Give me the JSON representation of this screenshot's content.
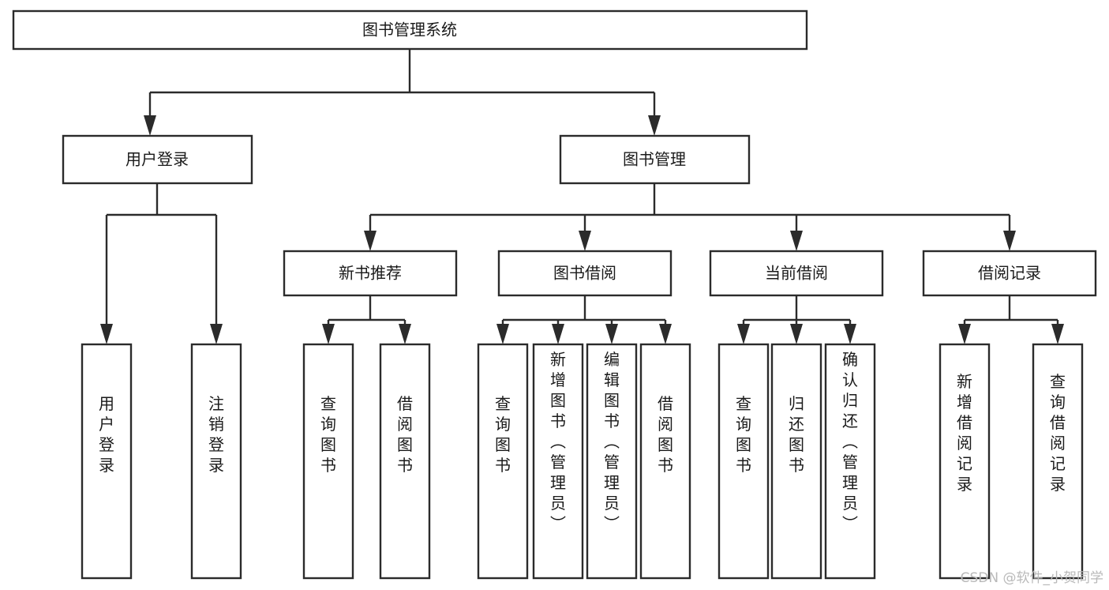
{
  "diagram": {
    "title": "图书管理系统",
    "type": "tree",
    "orientation": "top-down",
    "root": {
      "id": "root",
      "label": "图书管理系统",
      "text_orientation": "horizontal"
    },
    "level2": [
      {
        "id": "user-login",
        "label": "用户登录",
        "text_orientation": "horizontal"
      },
      {
        "id": "book-manage",
        "label": "图书管理",
        "text_orientation": "horizontal"
      }
    ],
    "level3": [
      {
        "id": "new-book-recommend",
        "label": "新书推荐",
        "parent": "book-manage",
        "text_orientation": "horizontal"
      },
      {
        "id": "book-borrow",
        "label": "图书借阅",
        "parent": "book-manage",
        "text_orientation": "horizontal"
      },
      {
        "id": "current-borrow",
        "label": "当前借阅",
        "parent": "book-manage",
        "text_orientation": "horizontal"
      },
      {
        "id": "borrow-record",
        "label": "借阅记录",
        "parent": "book-manage",
        "text_orientation": "horizontal"
      }
    ],
    "leaves": [
      {
        "id": "leaf-user-login",
        "label": "用户登录",
        "parent": "user-login",
        "text_orientation": "vertical"
      },
      {
        "id": "leaf-user-logout",
        "label": "注销登录",
        "parent": "user-login",
        "text_orientation": "vertical"
      },
      {
        "id": "leaf-query-book-1",
        "label": "查询图书",
        "parent": "new-book-recommend",
        "text_orientation": "vertical"
      },
      {
        "id": "leaf-borrow-book-1",
        "label": "借阅图书",
        "parent": "new-book-recommend",
        "text_orientation": "vertical"
      },
      {
        "id": "leaf-query-book-2",
        "label": "查询图书",
        "parent": "book-borrow",
        "text_orientation": "vertical"
      },
      {
        "id": "leaf-add-book",
        "label": "新增图书（管理员）",
        "parent": "book-borrow",
        "text_orientation": "vertical"
      },
      {
        "id": "leaf-edit-book",
        "label": "编辑图书（管理员）",
        "parent": "book-borrow",
        "text_orientation": "vertical"
      },
      {
        "id": "leaf-borrow-book-2",
        "label": "借阅图书",
        "parent": "book-borrow",
        "text_orientation": "vertical"
      },
      {
        "id": "leaf-query-book-3",
        "label": "查询图书",
        "parent": "current-borrow",
        "text_orientation": "vertical"
      },
      {
        "id": "leaf-return-book",
        "label": "归还图书",
        "parent": "current-borrow",
        "text_orientation": "vertical"
      },
      {
        "id": "leaf-confirm-return",
        "label": "确认归还（管理员）",
        "parent": "current-borrow",
        "text_orientation": "vertical"
      },
      {
        "id": "leaf-add-record",
        "label": "新增借阅记录",
        "parent": "borrow-record",
        "text_orientation": "vertical"
      },
      {
        "id": "leaf-query-record",
        "label": "查询借阅记录",
        "parent": "borrow-record",
        "text_orientation": "vertical"
      }
    ]
  },
  "watermark": {
    "text": "CSDN @软件_小贺同学"
  },
  "colors": {
    "stroke": "#2b2b2b",
    "fill": "#ffffff",
    "text": "#1a1a1a",
    "watermark": "#b9b9b9",
    "background": "#ffffff"
  }
}
